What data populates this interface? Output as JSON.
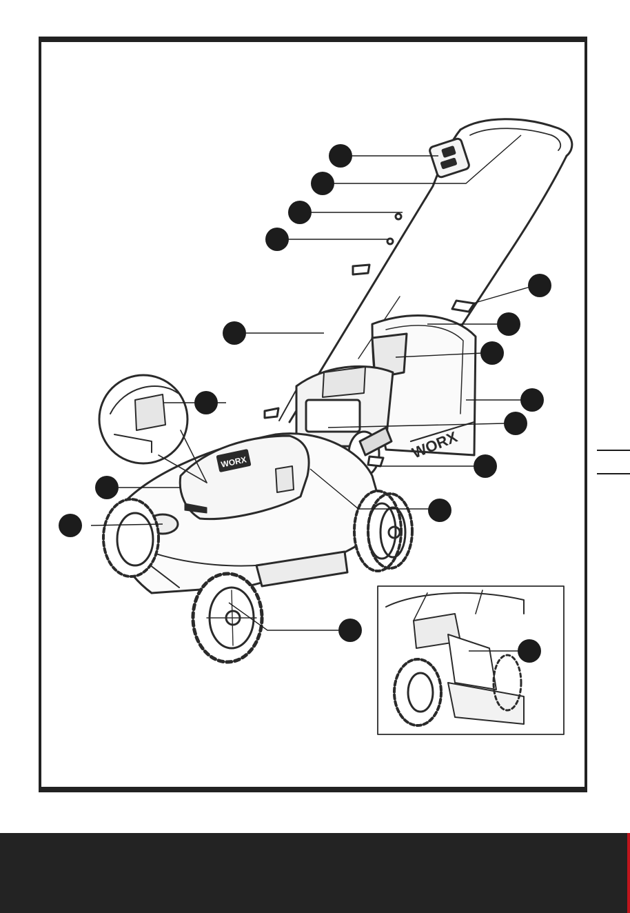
{
  "colors": {
    "frame": "#222222",
    "callout": "#1c1c1c",
    "line_art": "#2a2a2a",
    "footer": "#232323",
    "footer_edge": "#c0141c"
  },
  "figure": {
    "brand_badges": {
      "deck_label": "WORX",
      "battery_label": "WORX"
    },
    "callout_count": 18,
    "icons": [
      "lawn-mower-illustration",
      "battery-detail-inset",
      "rear-flap-inset"
    ]
  }
}
